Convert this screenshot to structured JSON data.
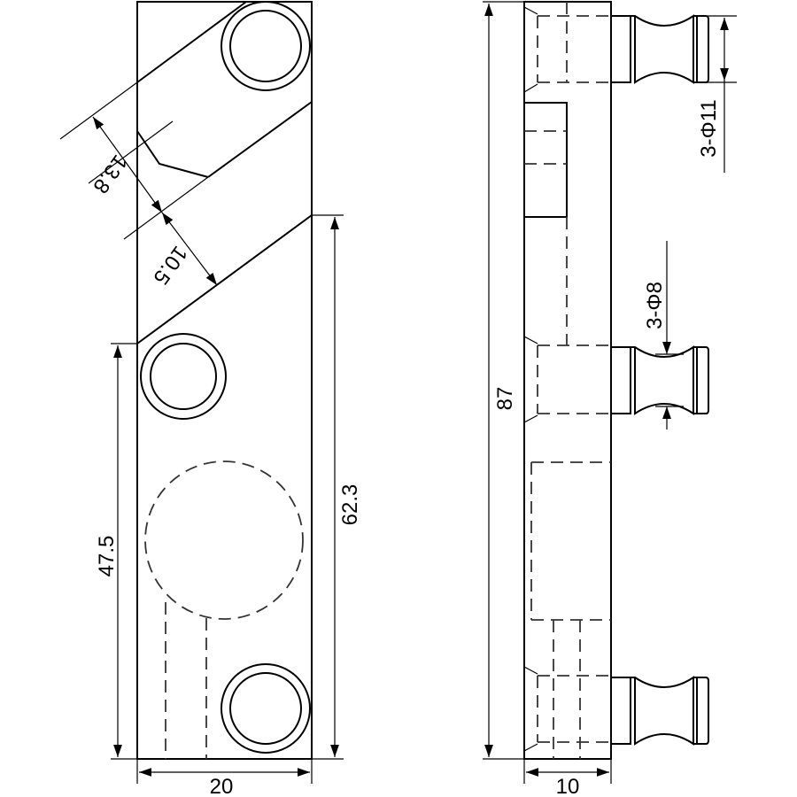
{
  "drawing": {
    "front_view": {
      "dimensions": {
        "slot_width": "13.8",
        "slot_gap": "10.5",
        "height_lower": "47.5",
        "height_upper": "62.3",
        "width": "20"
      }
    },
    "side_view": {
      "dimensions": {
        "total_height": "87",
        "thickness": "10",
        "peg_head_diameter": "3-Φ11",
        "peg_neck_diameter": "3-Φ8"
      }
    }
  }
}
